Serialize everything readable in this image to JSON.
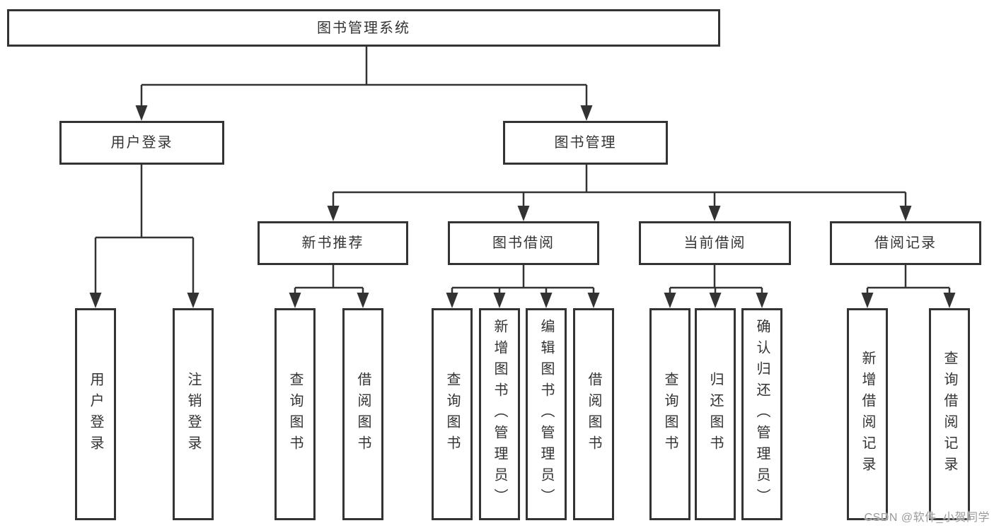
{
  "diagram_type": "hierarchy-tree",
  "colors": {
    "line": "#333333",
    "box_border": "#333333",
    "box_fill": "#ffffff",
    "text": "#333333",
    "watermark": "#9a9a9a",
    "background": "#ffffff"
  },
  "tree": {
    "label": "图书管理系统",
    "children": [
      {
        "label": "用户登录",
        "children": [
          {
            "label": "用户登录"
          },
          {
            "label": "注销登录"
          }
        ]
      },
      {
        "label": "图书管理",
        "children": [
          {
            "label": "新书推荐",
            "children": [
              {
                "label": "查询图书"
              },
              {
                "label": "借阅图书"
              }
            ]
          },
          {
            "label": "图书借阅",
            "children": [
              {
                "label": "查询图书"
              },
              {
                "label": "新增图书（管理员）"
              },
              {
                "label": "编辑图书（管理员）"
              },
              {
                "label": "借阅图书"
              }
            ]
          },
          {
            "label": "当前借阅",
            "children": [
              {
                "label": "查询图书"
              },
              {
                "label": "归还图书"
              },
              {
                "label": "确认归还（管理员）"
              }
            ]
          },
          {
            "label": "借阅记录",
            "children": [
              {
                "label": "新增借阅记录"
              },
              {
                "label": "查询借阅记录"
              }
            ]
          }
        ]
      }
    ]
  },
  "watermark": {
    "text": "CSDN @软件_小贺同学"
  }
}
